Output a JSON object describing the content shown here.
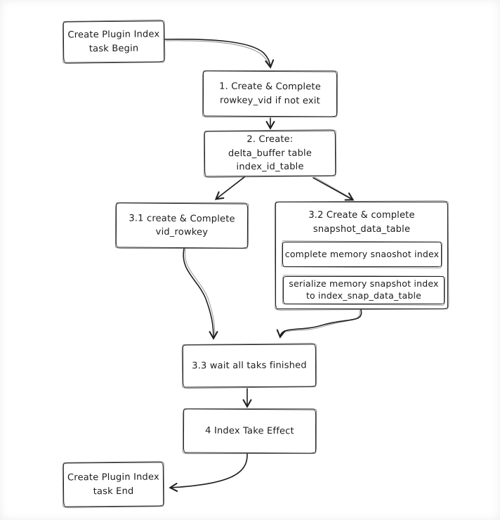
{
  "diagram": {
    "type": "flowchart",
    "colors": {
      "stroke": "#1e1e1e",
      "text": "#1b1b1b",
      "background": "#ffffff"
    },
    "nodes": {
      "begin": {
        "lines": [
          "Create Plugin Index",
          "task Begin"
        ]
      },
      "step1": {
        "lines": [
          "1. Create & Complete",
          "rowkey_vid if not exit"
        ]
      },
      "step2": {
        "lines": [
          "2. Create:",
          "delta_buffer table",
          "index_id_table"
        ]
      },
      "step3_1": {
        "lines": [
          "3.1 create & Complete",
          "vid_rowkey"
        ]
      },
      "step3_2": {
        "lines": [
          "3.2 Create & complete",
          "snapshot_data_table"
        ]
      },
      "step3_2_sub1": {
        "lines": [
          "complete memory snaoshot index"
        ]
      },
      "step3_2_sub2": {
        "lines": [
          "serialize memory snapshot index",
          "to index_snap_data_table"
        ]
      },
      "step3_3": {
        "lines": [
          "3.3 wait all taks finished"
        ]
      },
      "step4": {
        "lines": [
          "4 Index Take Effect"
        ]
      },
      "end": {
        "lines": [
          "Create Plugin Index",
          "task End"
        ]
      }
    },
    "edges": [
      {
        "from": "begin",
        "to": "step1"
      },
      {
        "from": "step1",
        "to": "step2"
      },
      {
        "from": "step2",
        "to": "step3_1"
      },
      {
        "from": "step2",
        "to": "step3_2"
      },
      {
        "from": "step3_1",
        "to": "step3_3"
      },
      {
        "from": "step3_2",
        "to": "step3_3"
      },
      {
        "from": "step3_3",
        "to": "step4"
      },
      {
        "from": "step4",
        "to": "end"
      }
    ]
  }
}
